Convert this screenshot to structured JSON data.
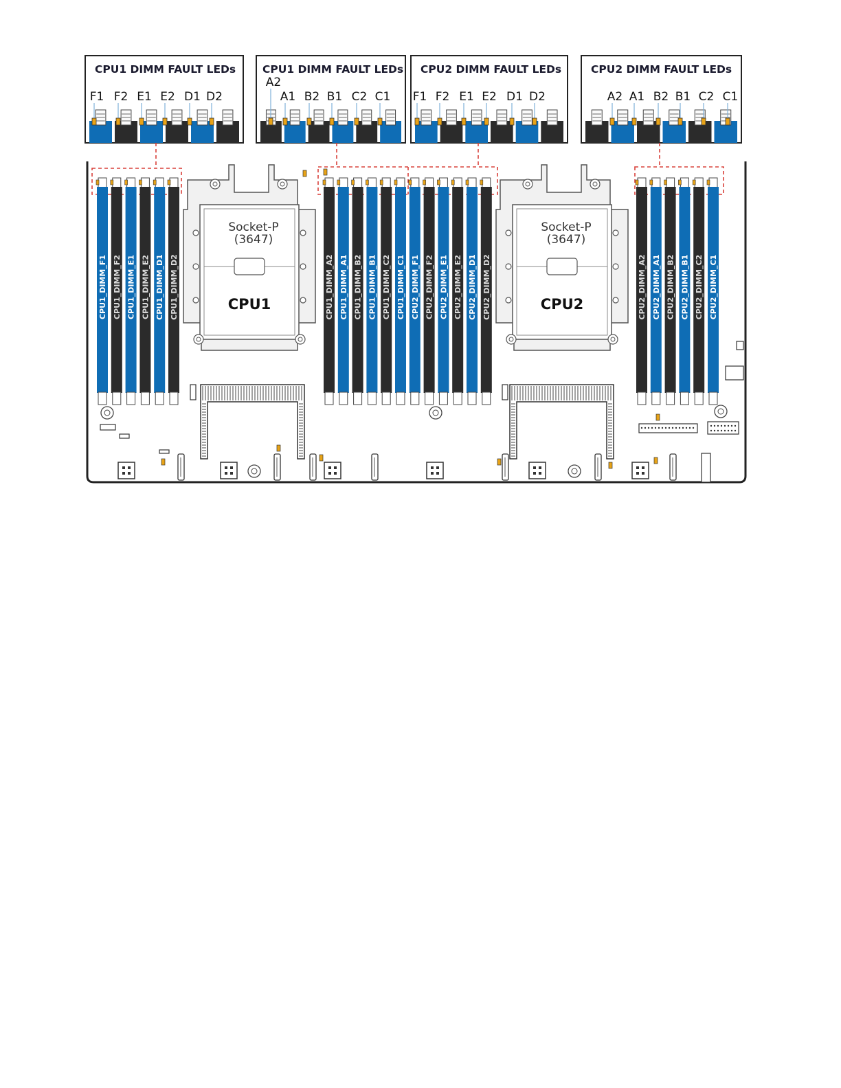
{
  "colors": {
    "dimm_blue": "#0f6db5",
    "dimm_black": "#2b2b2b",
    "callout_dash": "#d9403a",
    "led_amber": "#e8a317",
    "outline": "#333333",
    "socket_fill": "#f1f1f1"
  },
  "callouts": [
    {
      "title": "CPU1 DIMM FAULT LEDs",
      "labels": [
        "F1",
        "F2",
        "E1",
        "E2",
        "D1",
        "D2"
      ],
      "colors": [
        "blue",
        "black",
        "blue",
        "black",
        "blue",
        "black"
      ]
    },
    {
      "title": "CPU1 DIMM FAULT LEDs",
      "labels": [
        "A2",
        "A1",
        "B2",
        "B1",
        "C2",
        "C1"
      ],
      "colors": [
        "black",
        "blue",
        "black",
        "blue",
        "black",
        "blue"
      ]
    },
    {
      "title": "CPU2 DIMM FAULT LEDs",
      "labels": [
        "F1",
        "F2",
        "E1",
        "E2",
        "D1",
        "D2"
      ],
      "colors": [
        "blue",
        "black",
        "blue",
        "black",
        "blue",
        "black"
      ]
    },
    {
      "title": "CPU2 DIMM FAULT LEDs",
      "labels": [
        "A2",
        "A1",
        "B2",
        "B1",
        "C2",
        "C1"
      ],
      "colors": [
        "black",
        "blue",
        "black",
        "blue",
        "black",
        "blue"
      ]
    }
  ],
  "dimm_groups": [
    {
      "slots": [
        {
          "label": "CPU1_DIMM_F1",
          "color": "blue"
        },
        {
          "label": "CPU1_DIMM_F2",
          "color": "black"
        },
        {
          "label": "CPU1_DIMM_E1",
          "color": "blue"
        },
        {
          "label": "CPU1_DIMM_E2",
          "color": "black"
        },
        {
          "label": "CPU1_DIMM_D1",
          "color": "blue"
        },
        {
          "label": "CPU1_DIMM_D2",
          "color": "black"
        }
      ]
    },
    {
      "slots": [
        {
          "label": "CPU1_DIMM_A2",
          "color": "black"
        },
        {
          "label": "CPU1_DIMM_A1",
          "color": "blue"
        },
        {
          "label": "CPU1_DIMM_B2",
          "color": "black"
        },
        {
          "label": "CPU1_DIMM_B1",
          "color": "blue"
        },
        {
          "label": "CPU1_DIMM_C2",
          "color": "black"
        },
        {
          "label": "CPU1_DIMM_C1",
          "color": "blue"
        },
        {
          "label": "CPU2_DIMM_F1",
          "color": "blue"
        },
        {
          "label": "CPU2_DIMM_F2",
          "color": "black"
        },
        {
          "label": "CPU2_DIMM_E1",
          "color": "blue"
        },
        {
          "label": "CPU2_DIMM_E2",
          "color": "black"
        },
        {
          "label": "CPU2_DIMM_D1",
          "color": "blue"
        },
        {
          "label": "CPU2_DIMM_D2",
          "color": "black"
        }
      ]
    },
    {
      "slots": [
        {
          "label": "CPU2_DIMM_A2",
          "color": "black"
        },
        {
          "label": "CPU2_DIMM_A1",
          "color": "blue"
        },
        {
          "label": "CPU2_DIMM_B2",
          "color": "black"
        },
        {
          "label": "CPU2_DIMM_B1",
          "color": "blue"
        },
        {
          "label": "CPU2_DIMM_C2",
          "color": "black"
        },
        {
          "label": "CPU2_DIMM_C1",
          "color": "blue"
        }
      ]
    }
  ],
  "sockets": [
    {
      "socket_label_line1": "Socket-P",
      "socket_label_line2": "(3647)",
      "cpu_label": "CPU1"
    },
    {
      "socket_label_line1": "Socket-P",
      "socket_label_line2": "(3647)",
      "cpu_label": "CPU2"
    }
  ]
}
